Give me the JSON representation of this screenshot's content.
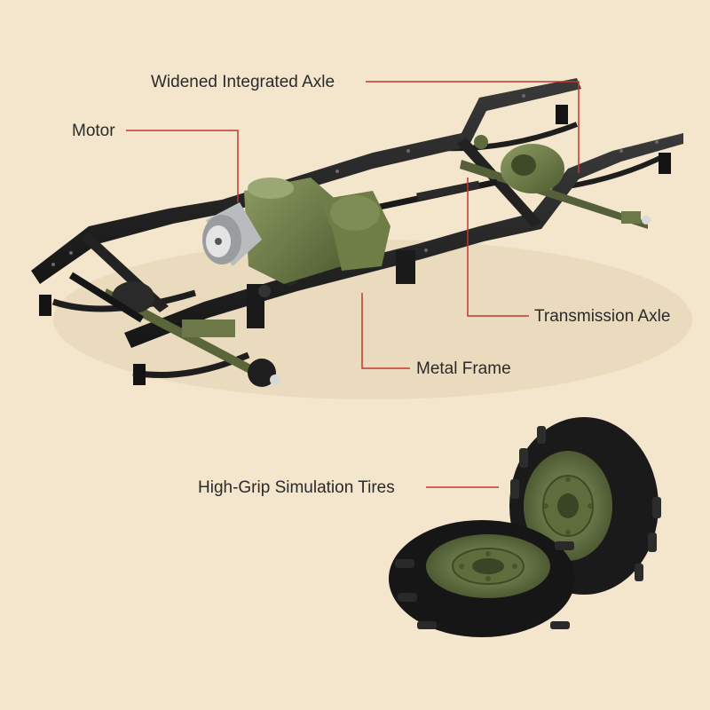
{
  "callouts": {
    "widened_axle": "Widened Integrated Axle",
    "motor": "Motor",
    "transmission_axle": "Transmission Axle",
    "metal_frame": "Metal Frame",
    "tires": "High-Grip Simulation Tires"
  },
  "colors": {
    "background": "#f4e6cc",
    "leader_line": "#c0392b",
    "frame": "#2b2b2b",
    "gear_housing": "#6b7a45",
    "tire": "#1c1c1c",
    "rim": "#6e7d4c"
  }
}
